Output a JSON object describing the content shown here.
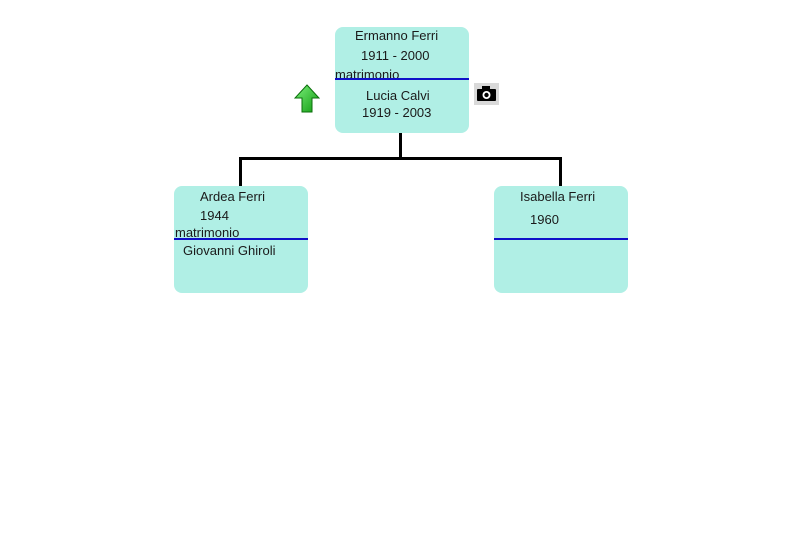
{
  "parents": {
    "father": {
      "name": "Ermanno Ferri",
      "years": "1911 - 2000"
    },
    "relation": "matrimonio",
    "mother": {
      "name": "Lucia Calvi",
      "years": "1919 - 2003"
    }
  },
  "children": [
    {
      "name": "Ardea Ferri",
      "years": "1944",
      "relation": "matrimonio",
      "spouse": "Giovanni Ghiroli"
    },
    {
      "name": "Isabella Ferri",
      "years": "1960"
    }
  ],
  "icons": {
    "up": "green-up-arrow-icon",
    "camera": "camera-icon"
  },
  "colors": {
    "node_bg": "#b0efe5",
    "divider": "#1010c8",
    "connector": "#000000",
    "arrow": "#22bb22"
  }
}
